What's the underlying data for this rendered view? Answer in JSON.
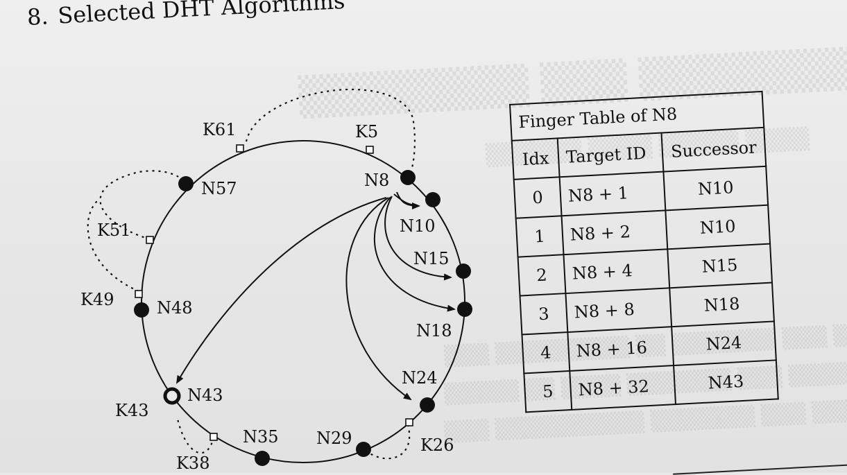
{
  "header": {
    "section_number": "8.",
    "section_title": "Selected DHT Algorithms"
  },
  "diagram": {
    "nodes": [
      "N8",
      "N10",
      "N15",
      "N18",
      "N24",
      "N29",
      "N35",
      "N43",
      "N48",
      "N57"
    ],
    "keys": [
      "K5",
      "K26",
      "K38",
      "K43",
      "K49",
      "K51",
      "K61"
    ]
  },
  "finger_table": {
    "caption": "Finger Table of N8",
    "headers": [
      "Idx",
      "Target ID",
      "Successor"
    ],
    "rows": [
      {
        "idx": "0",
        "target": "N8 + 1",
        "successor": "N10"
      },
      {
        "idx": "1",
        "target": "N8 + 2",
        "successor": "N10"
      },
      {
        "idx": "2",
        "target": "N8 + 4",
        "successor": "N15"
      },
      {
        "idx": "3",
        "target": "N8 + 8",
        "successor": "N18"
      },
      {
        "idx": "4",
        "target": "N8 + 16",
        "successor": "N24"
      },
      {
        "idx": "5",
        "target": "N8 + 32",
        "successor": "N43"
      }
    ]
  }
}
